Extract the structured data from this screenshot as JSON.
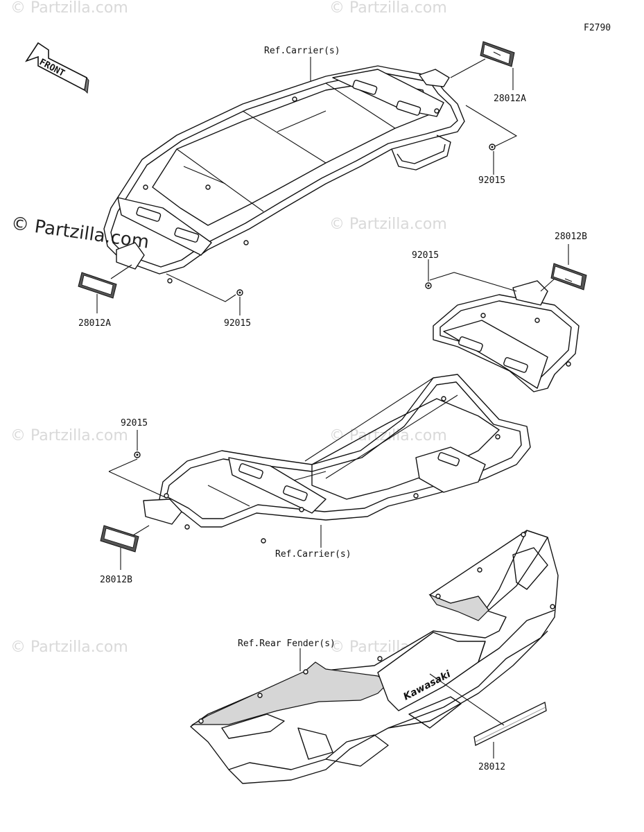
{
  "figure_code": "F2790",
  "watermarks": {
    "main": "© Partzilla.com",
    "faint": "© Partzilla.com"
  },
  "front_arrow_label": "FRONT",
  "labels": {
    "ref_carrier_top": "Ref.Carrier(s)",
    "ref_carrier_bottom": "Ref.Carrier(s)",
    "ref_rear_fender": "Ref.Rear Fender(s)",
    "part_28012A_top": "28012A",
    "part_28012A_left": "28012A",
    "part_28012B_right": "28012B",
    "part_28012B_left": "28012B",
    "part_92015_top": "92015",
    "part_92015_mid_left": "92015",
    "part_92015_mid_right": "92015",
    "part_92015_lower_left": "92015",
    "part_28012": "28012",
    "fender_brand": "Kawasaki"
  },
  "colors": {
    "line": "#111111",
    "watermark": "#d9d9d9",
    "reflector_fill": "#555555"
  }
}
